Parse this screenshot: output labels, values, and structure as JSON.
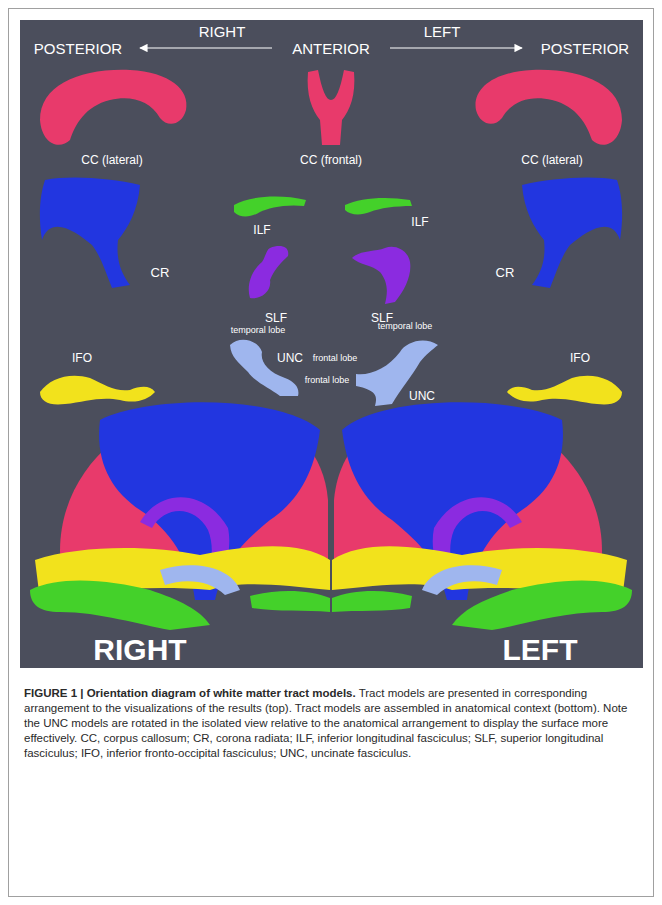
{
  "diagram": {
    "title": "FIGURE 1 | Orientation diagram of white matter tract models.",
    "caption": "Tract models are presented in corresponding arrangement to the visualizations of the results (top). Tract models are assembled in anatomical context (bottom). Note the UNC models are rotated in the isolated view relative to the anatomical arrangement to display the surface more effectively. CC, corpus callosum; CR, corona radiata; ILF, inferior longitudinal fasciculus; SLF, superior longitudinal fasciculus; IFO, inferior fronto-occipital fasciculus; UNC, uncinate fasciculus.",
    "labels": [
      "POSTERIOR",
      "RIGHT",
      "ANTERIOR",
      "LEFT",
      "POSTERIOR",
      "CC (lateral)",
      "CC (frontal)",
      "CC (lateral)",
      "ILF",
      "ILF",
      "CR",
      "SLF",
      "SLF",
      "CR",
      "temporal lobe",
      "temporal lobe",
      "UNC",
      "IFO",
      "frontal lobe",
      "IFO",
      "frontal lobe",
      "UNC",
      "RIGHT",
      "LEFT"
    ]
  }
}
